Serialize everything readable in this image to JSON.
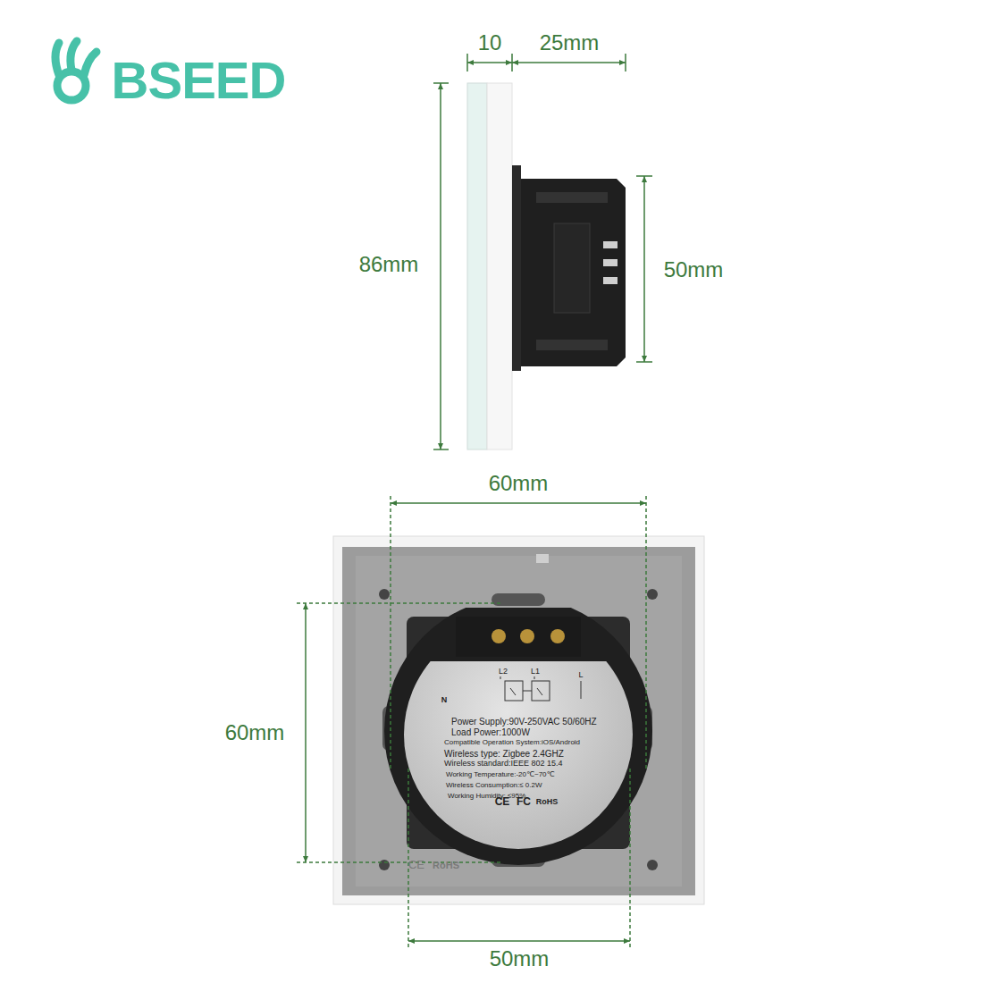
{
  "diagram": {
    "labels": [
      "BSEED",
      "10",
      "25mm",
      "86mm",
      "50mm",
      "60mm",
      "60mm",
      "50mm",
      "L2",
      "L1",
      "L",
      "N",
      "Power Supply:90V-250VAC 50/60HZ",
      "Load Power:1000W",
      "Compatible Operation System:iOS/Android",
      "Wireless type: Zigbee 2.4GHZ",
      "Wireless standard:IEEE 802 15.4",
      "Working Temperature:-20℃~70℃",
      "Wireless Consumption:≤ 0.2W",
      "Working Humidity: ≤95%",
      "CE",
      "FC",
      "RoHS",
      "CE",
      "RoHS"
    ]
  }
}
